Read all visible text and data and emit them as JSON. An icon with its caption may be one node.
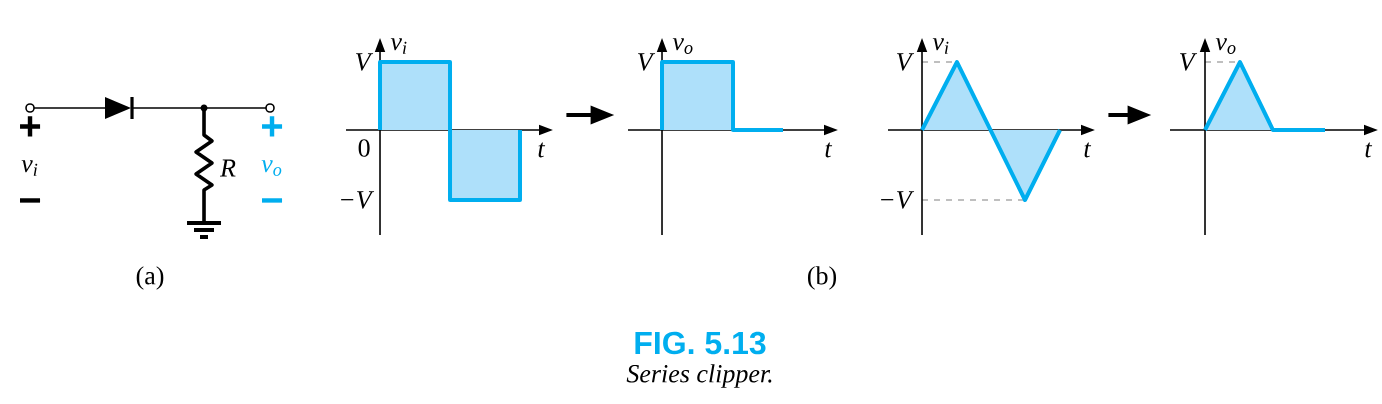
{
  "diagram": {
    "title": "FIG. 5.13",
    "caption": "Series clipper.",
    "nodes": [
      {
        "text": [
          "v$_{i}$",
          "V",
          "0",
          "−V",
          "t"
        ]
      },
      {
        "text": [
          "v$_{o}$",
          "V",
          "t"
        ]
      },
      {
        "text": [
          "v$_{i}$",
          "V",
          "−V",
          "t"
        ]
      },
      {
        "text": [
          "v$_{o}$",
          "V",
          "t"
        ]
      }
    ],
    "edges": [
      {
        "from": 0,
        "to": 1,
        "arrow": "to"
      },
      {
        "from": 2,
        "to": 3,
        "arrow": "to"
      }
    ],
    "labels": [
      "+",
      "v$_{i}$",
      "−",
      "R",
      "+",
      "v$_{o}$",
      "−",
      "(a)",
      "(b)"
    ]
  }
}
